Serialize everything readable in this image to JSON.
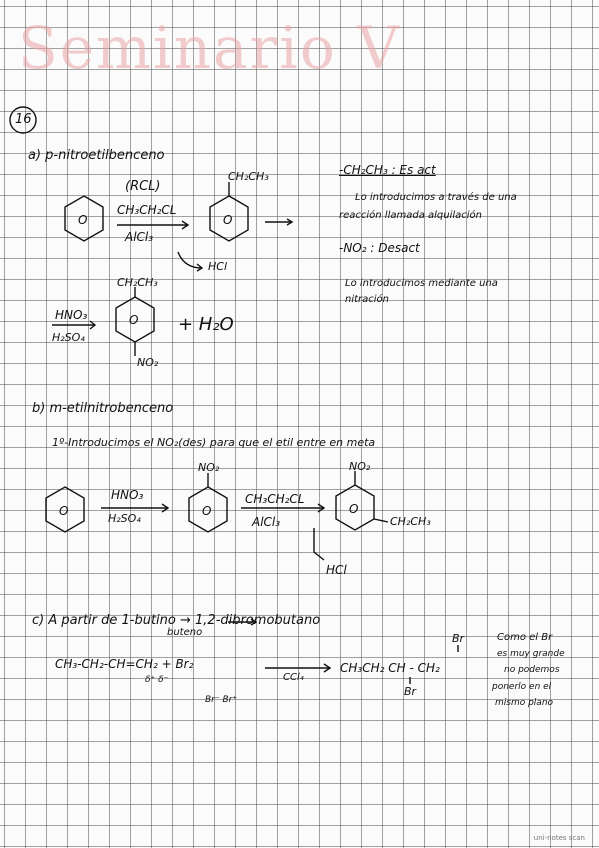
{
  "header": {
    "title": "Seminario V",
    "exercise_number": "16"
  },
  "part_a": {
    "heading": "a) p-nitroetilbenceno",
    "reagent_top": "(RCL)",
    "reagent_1": "CH₃CH₂CL",
    "reagent_2": "AlCl₃",
    "product_group": "CH₂CH₃",
    "byproduct": "HCl",
    "note_1_title": "-CH₂CH₃ : Es act",
    "note_1_line1": "Lo introducimos a través de una",
    "note_1_line2": "reacción llamada alquilación",
    "note_2_title": "-NO₂ : Desact",
    "note_2_line1": "Lo introducimos mediante una",
    "note_2_line2": "nitración",
    "reagent_3": "HNO₃",
    "reagent_4": "H₂SO₄",
    "prod2_top": "CH₂CH₃",
    "prod2_bottom": "NO₂",
    "plus_water": "+ H₂O",
    "ring_center": "O"
  },
  "part_b": {
    "heading": "b) m-etilnitrobenceno",
    "step": "1º-Introducimos el NO₂(des) para que el etil entre en meta",
    "reagent_1": "HNO₃",
    "reagent_2": "H₂SO₄",
    "int_group": "NO₂",
    "reagent_3": "CH₃CH₂CL",
    "reagent_4": "AlCl₃",
    "prod_top": "NO₂",
    "prod_side": "CH₂CH₃",
    "byproduct": "HCl"
  },
  "part_c": {
    "heading": "c) A partir de 1-butino → 1,2-dibromobutano",
    "sub": "buteno",
    "reactant": "CH₃-CH₂-CH=CH₂ + Br₂",
    "delta_labels": "δ⁺      δ⁻",
    "br_labels": "Br⁻   Br⁺",
    "reagent": "CCl₄",
    "product": "CH₃CH₂ CH - CH₂",
    "product_br_top": "Br",
    "product_br_bottom": "Br",
    "note_1": "Como el Br",
    "note_2": "es muy grande",
    "note_3": "no podemos",
    "note_4": "ponerlo en el",
    "note_5": "mismo plano"
  },
  "footer": "uni-notes scan"
}
